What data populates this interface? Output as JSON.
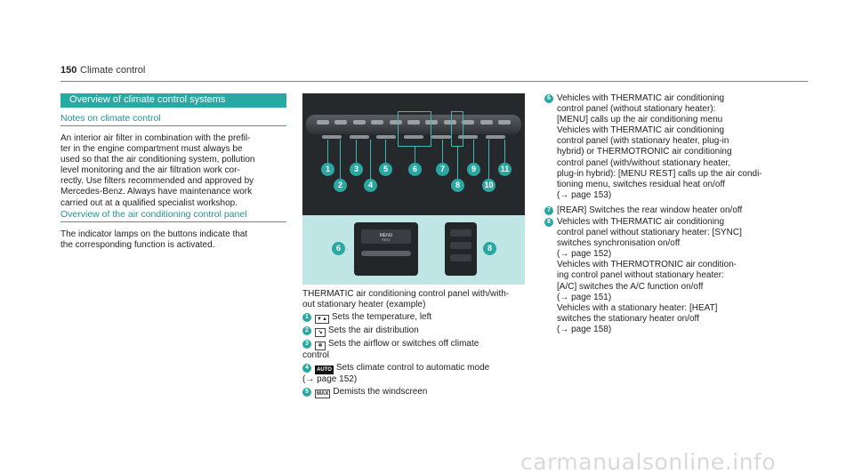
{
  "header": {
    "page_number": "150",
    "section": "Climate control"
  },
  "banner": "Overview of climate control systems",
  "notes": {
    "heading": "Notes on climate control",
    "lines": [
      "An interior air filter in combination with the prefil-",
      "ter in the engine compartment must always be",
      "used so that the air conditioning system, pollution",
      "level monitoring and the air filtration work cor-",
      "rectly. Use filters recommended and approved by",
      "Mercedes-Benz. Always have maintenance work",
      "carried out at a qualified specialist workshop."
    ]
  },
  "overview": {
    "heading": "Overview of the air conditioning control panel",
    "lines": [
      "The indicator lamps on the buttons indicate that",
      "the corresponding function is activated."
    ]
  },
  "figure": {
    "menu_label": "MENU",
    "menu_sub": "REST",
    "callouts": [
      "1",
      "2",
      "3",
      "4",
      "5",
      "6",
      "7",
      "8",
      "9",
      "10",
      "11"
    ],
    "inset_callouts": [
      "6",
      "8"
    ]
  },
  "caption": [
    "THERMATIC air conditioning control panel with/with-",
    "out stationary heater (example)"
  ],
  "left_items": [
    {
      "num": "1",
      "icon": "temp-down-up-icon",
      "symbol": "▼▲",
      "lines": [
        "Sets the temperature, left"
      ]
    },
    {
      "num": "2",
      "icon": "air-distribution-icon",
      "symbol": "↘",
      "lines": [
        "Sets the air distribution"
      ]
    },
    {
      "num": "3",
      "icon": "fan-icon",
      "symbol": "✲",
      "lines": [
        "Sets the airflow or switches off climate",
        "control"
      ]
    },
    {
      "num": "4",
      "icon": "auto-icon",
      "symbol": "AUTO",
      "lines": [
        "Sets climate control to automatic mode",
        "(→ page 152)"
      ]
    },
    {
      "num": "5",
      "icon": "defrost-max-icon",
      "symbol": "MAX",
      "lines": [
        "Demists the windscreen"
      ]
    }
  ],
  "right_items": [
    {
      "num": "6",
      "lines": [
        "Vehicles with THERMATIC air conditioning",
        "control panel (without stationary heater):",
        "[MENU] calls up the air conditioning menu",
        "Vehicles with THERMATIC air conditioning",
        "control panel (with stationary heater, plug-in",
        "hybrid) or THERMOTRONIC air conditioning",
        "control panel (with/without stationary heater,",
        "plug-in hybrid): [MENU REST] calls up the air condi-",
        "tioning menu, switches residual heat on/off",
        "(→ page 153)"
      ]
    },
    {
      "num": "7",
      "lines": [
        "[REAR] Switches the rear window heater on/off"
      ]
    },
    {
      "num": "8",
      "lines": [
        "Vehicles with THERMATIC air conditioning",
        "control panel without stationary heater: [SYNC]",
        "switches synchronisation on/off",
        "(→ page 152)",
        "Vehicles with THERMOTRONIC air condition-",
        "ing control panel without stationary heater:",
        "[A/C] switches the A/C function on/off",
        "(→ page 151)",
        "Vehicles with a stationary heater: [HEAT]",
        "switches the stationary heater on/off",
        "(→ page 158)"
      ]
    }
  ],
  "watermark": "carmanualsonline.info",
  "colors": {
    "accent": "#2aa7a1",
    "panel_dark": "#26292c",
    "inset_bg": "#bfe6e4"
  }
}
